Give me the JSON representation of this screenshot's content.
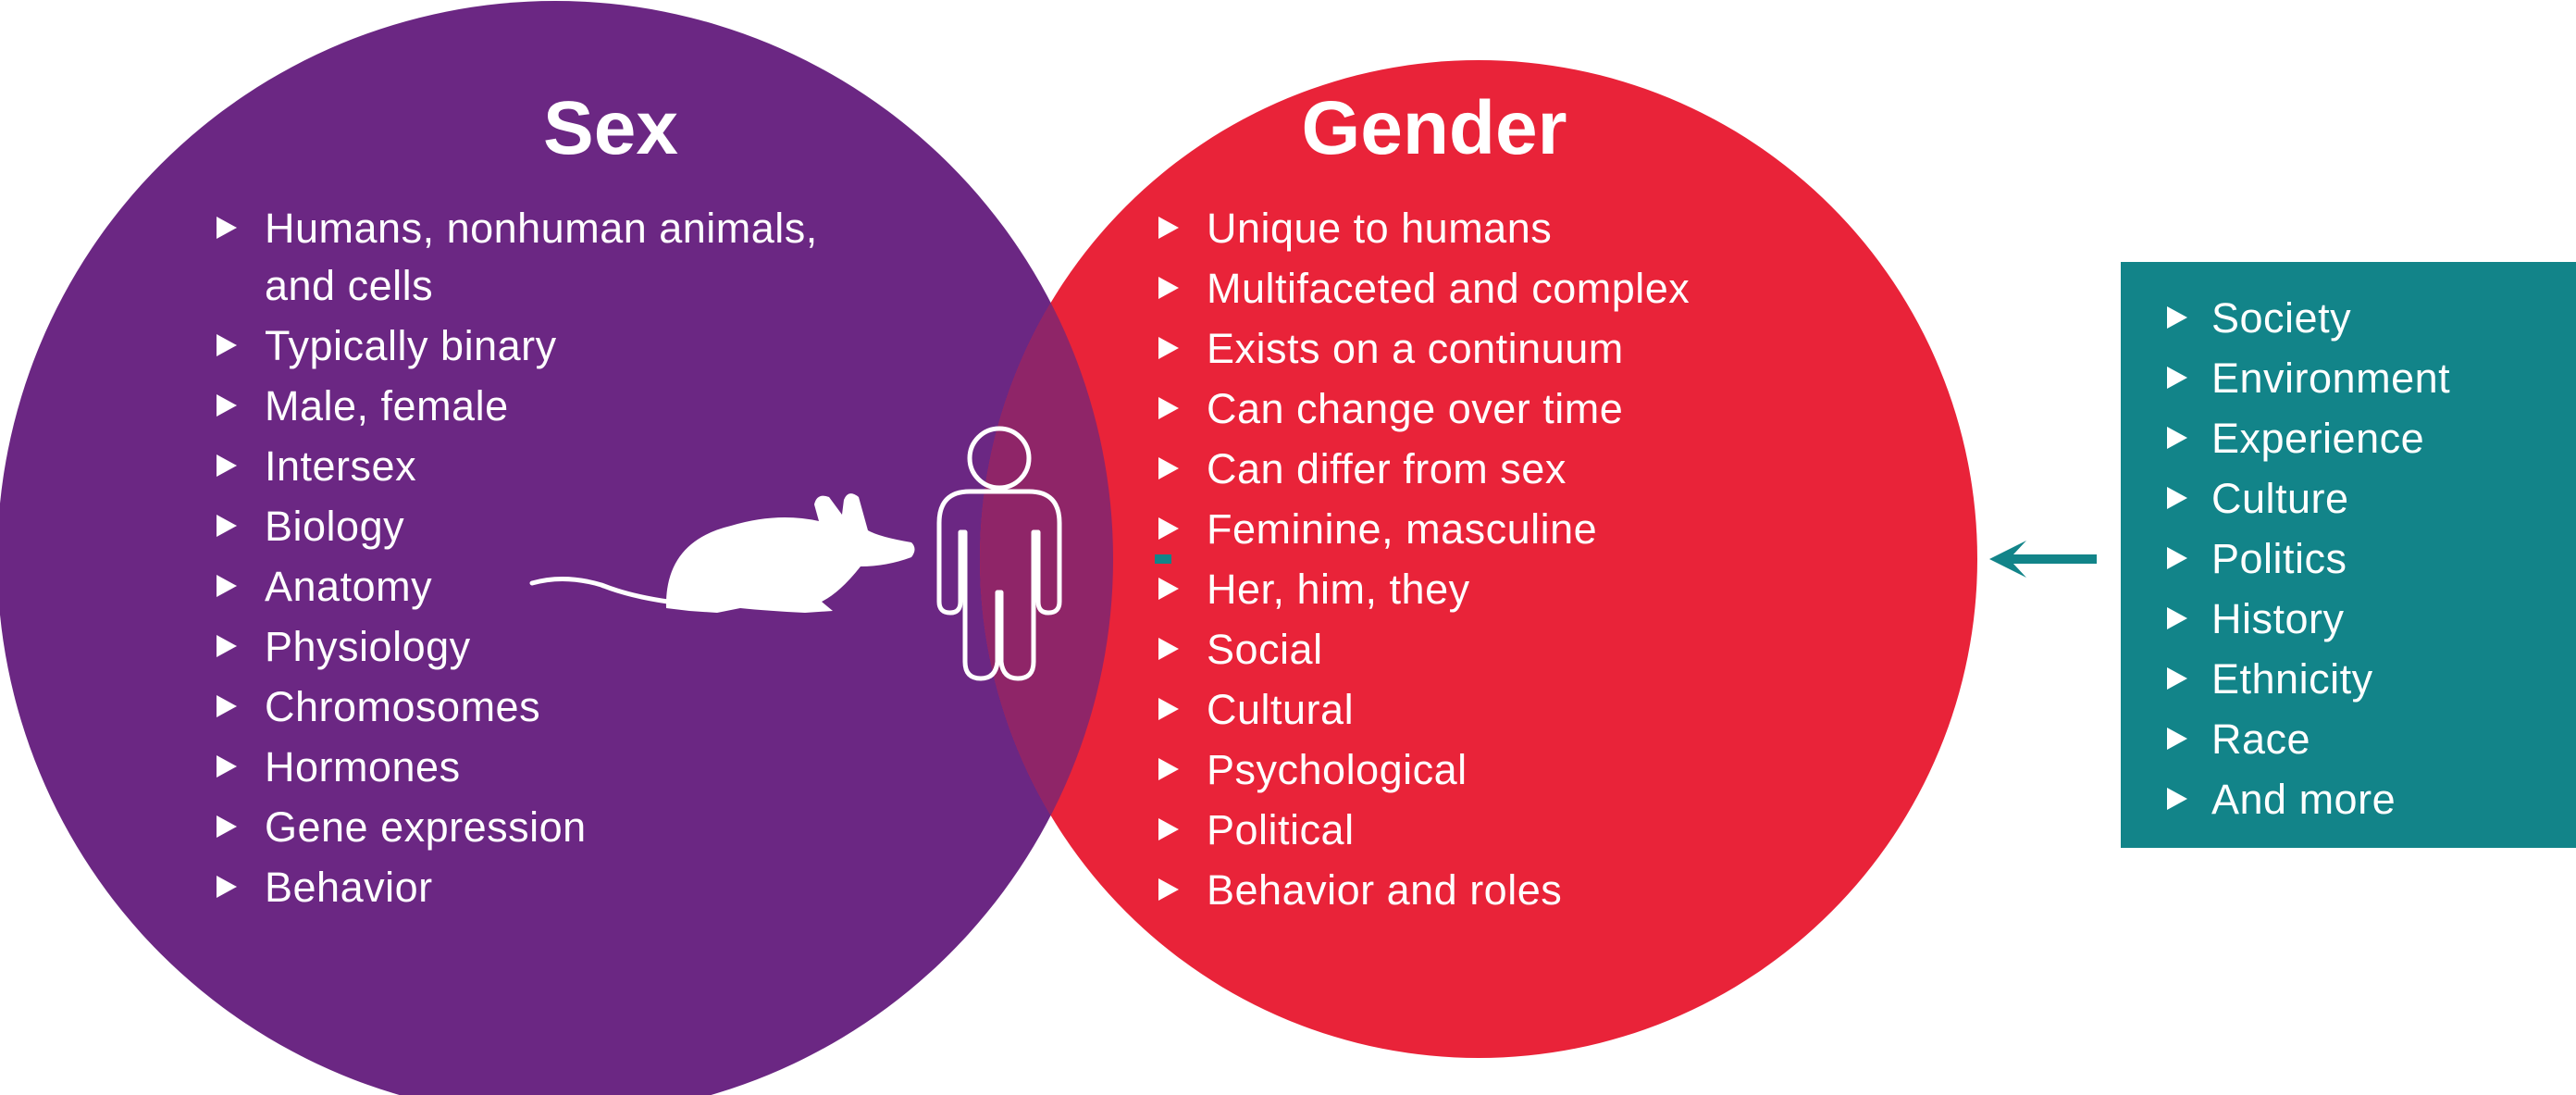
{
  "colors": {
    "sex_circle": "#6b2783",
    "gender_circle": "#e92339",
    "overlap": "#8f2568",
    "factors_box": "#128489",
    "arrow": "#128489",
    "text": "#ffffff"
  },
  "sex": {
    "title": "Sex",
    "items": [
      "Humans, nonhuman animals,",
      "and cells",
      "Typically binary",
      "Male, female",
      "Intersex",
      "Biology",
      "Anatomy",
      "Physiology",
      "Chromosomes",
      "Hormones",
      "Gene expression",
      "Behavior"
    ]
  },
  "gender": {
    "title": "Gender",
    "items": [
      "Unique to humans",
      "Multifaceted and complex",
      "Exists on a continuum",
      "Can change over time",
      "Can differ from sex",
      "Feminine, masculine",
      "Her, him, they",
      "Social",
      "Cultural",
      "Psychological",
      "Political",
      "Behavior and roles"
    ]
  },
  "factors": {
    "items": [
      "Society",
      "Environment",
      "Experience",
      "Culture",
      "Politics",
      "History",
      "Ethnicity",
      "Race",
      "And more"
    ]
  },
  "icons": {
    "animal": "mouse-icon",
    "human": "person-outline-icon",
    "influence": "arrow-left-icon"
  }
}
